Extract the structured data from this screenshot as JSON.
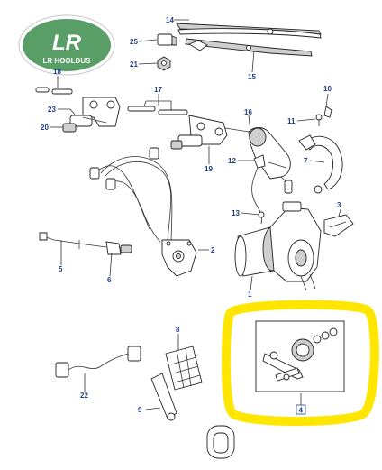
{
  "logo": {
    "mark": "LR",
    "tagline": "LR HOOLDUS",
    "color": "#5a9e67"
  },
  "highlight_color": "#ffe600",
  "label_color": "#1f3d8a",
  "callouts": [
    {
      "id": "c14",
      "text": "14"
    },
    {
      "id": "c25",
      "text": "25"
    },
    {
      "id": "c21",
      "text": "21"
    },
    {
      "id": "c15",
      "text": "15"
    },
    {
      "id": "c18",
      "text": "18"
    },
    {
      "id": "c23",
      "text": "23"
    },
    {
      "id": "c20",
      "text": "20"
    },
    {
      "id": "c17",
      "text": "17"
    },
    {
      "id": "c19",
      "text": "19"
    },
    {
      "id": "c16",
      "text": "16"
    },
    {
      "id": "c10",
      "text": "10"
    },
    {
      "id": "c11",
      "text": "11"
    },
    {
      "id": "c7",
      "text": "7"
    },
    {
      "id": "c12",
      "text": "12"
    },
    {
      "id": "c13",
      "text": "13"
    },
    {
      "id": "c3",
      "text": "3"
    },
    {
      "id": "c2",
      "text": "2"
    },
    {
      "id": "c5",
      "text": "5"
    },
    {
      "id": "c6",
      "text": "6"
    },
    {
      "id": "c1",
      "text": "1"
    },
    {
      "id": "c4",
      "text": "4"
    },
    {
      "id": "c8",
      "text": "8"
    },
    {
      "id": "c22",
      "text": "22"
    },
    {
      "id": "c9",
      "text": "9"
    }
  ]
}
